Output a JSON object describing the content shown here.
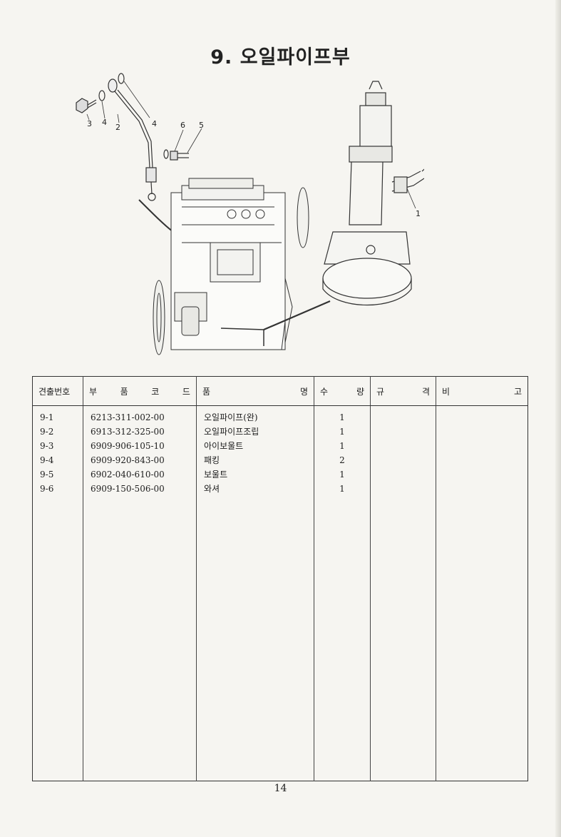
{
  "page": {
    "title": "9. 오일파이프부",
    "page_number": "14"
  },
  "figure": {
    "callouts": [
      "1",
      "2",
      "3",
      "4",
      "4",
      "5",
      "6"
    ]
  },
  "table": {
    "headers": {
      "item_no": [
        "견출번호"
      ],
      "part_code": [
        "부",
        "품",
        "코",
        "드"
      ],
      "part_name": [
        "품",
        "명"
      ],
      "quantity": [
        "수",
        "량"
      ],
      "spec": [
        "규",
        "격"
      ],
      "remarks": [
        "비",
        "고"
      ]
    },
    "rows": [
      {
        "item_no": "9-1",
        "part_code": "6213-311-002-00",
        "part_name": "오일파이프(완)",
        "quantity": "1",
        "spec": "",
        "remarks": ""
      },
      {
        "item_no": "9-2",
        "part_code": "6913-312-325-00",
        "part_name": "오일파이프조립",
        "quantity": "1",
        "spec": "",
        "remarks": ""
      },
      {
        "item_no": "9-3",
        "part_code": "6909-906-105-10",
        "part_name": "아이보울트",
        "quantity": "1",
        "spec": "",
        "remarks": ""
      },
      {
        "item_no": "9-4",
        "part_code": "6909-920-843-00",
        "part_name": "패킹",
        "quantity": "2",
        "spec": "",
        "remarks": ""
      },
      {
        "item_no": "9-5",
        "part_code": "6902-040-610-00",
        "part_name": "보울트",
        "quantity": "1",
        "spec": "",
        "remarks": ""
      },
      {
        "item_no": "9-6",
        "part_code": "6909-150-506-00",
        "part_name": "와셔",
        "quantity": "1",
        "spec": "",
        "remarks": ""
      }
    ]
  }
}
